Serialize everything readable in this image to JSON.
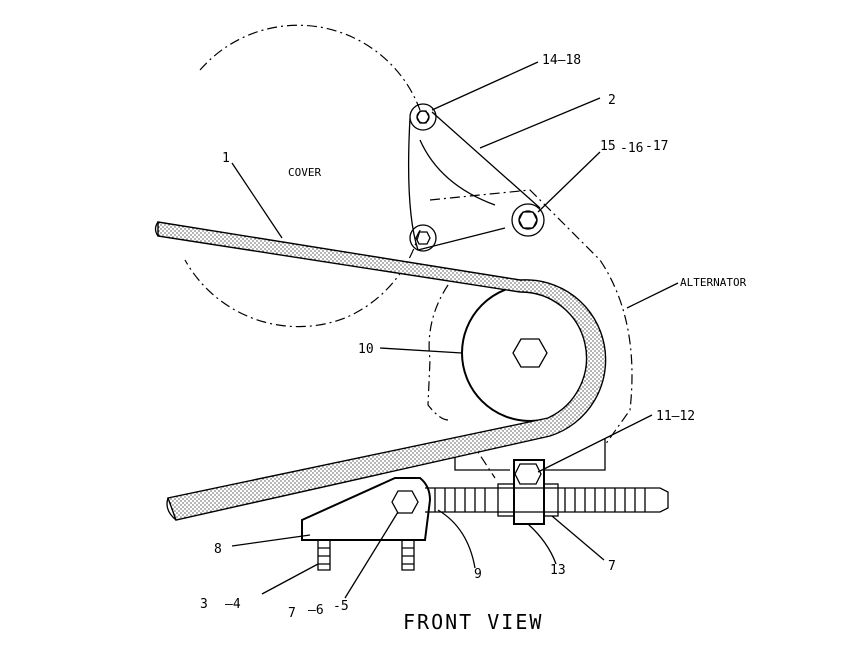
{
  "labels": {
    "cover": "COVER",
    "alternator": "ALTERNATOR",
    "caption": "FRONT VIEW",
    "p1": "1",
    "p2": "2",
    "p14_18": "14–18",
    "p15": "15",
    "p16": "-16",
    "p17": "-17",
    "p10": "10",
    "p11_12": "11–12",
    "p8": "8",
    "p3": "3",
    "p4": "–4",
    "p7a": "7",
    "p6": "–6",
    "p5": "-5",
    "p9": "9",
    "p13": "13",
    "p7b": "7"
  }
}
